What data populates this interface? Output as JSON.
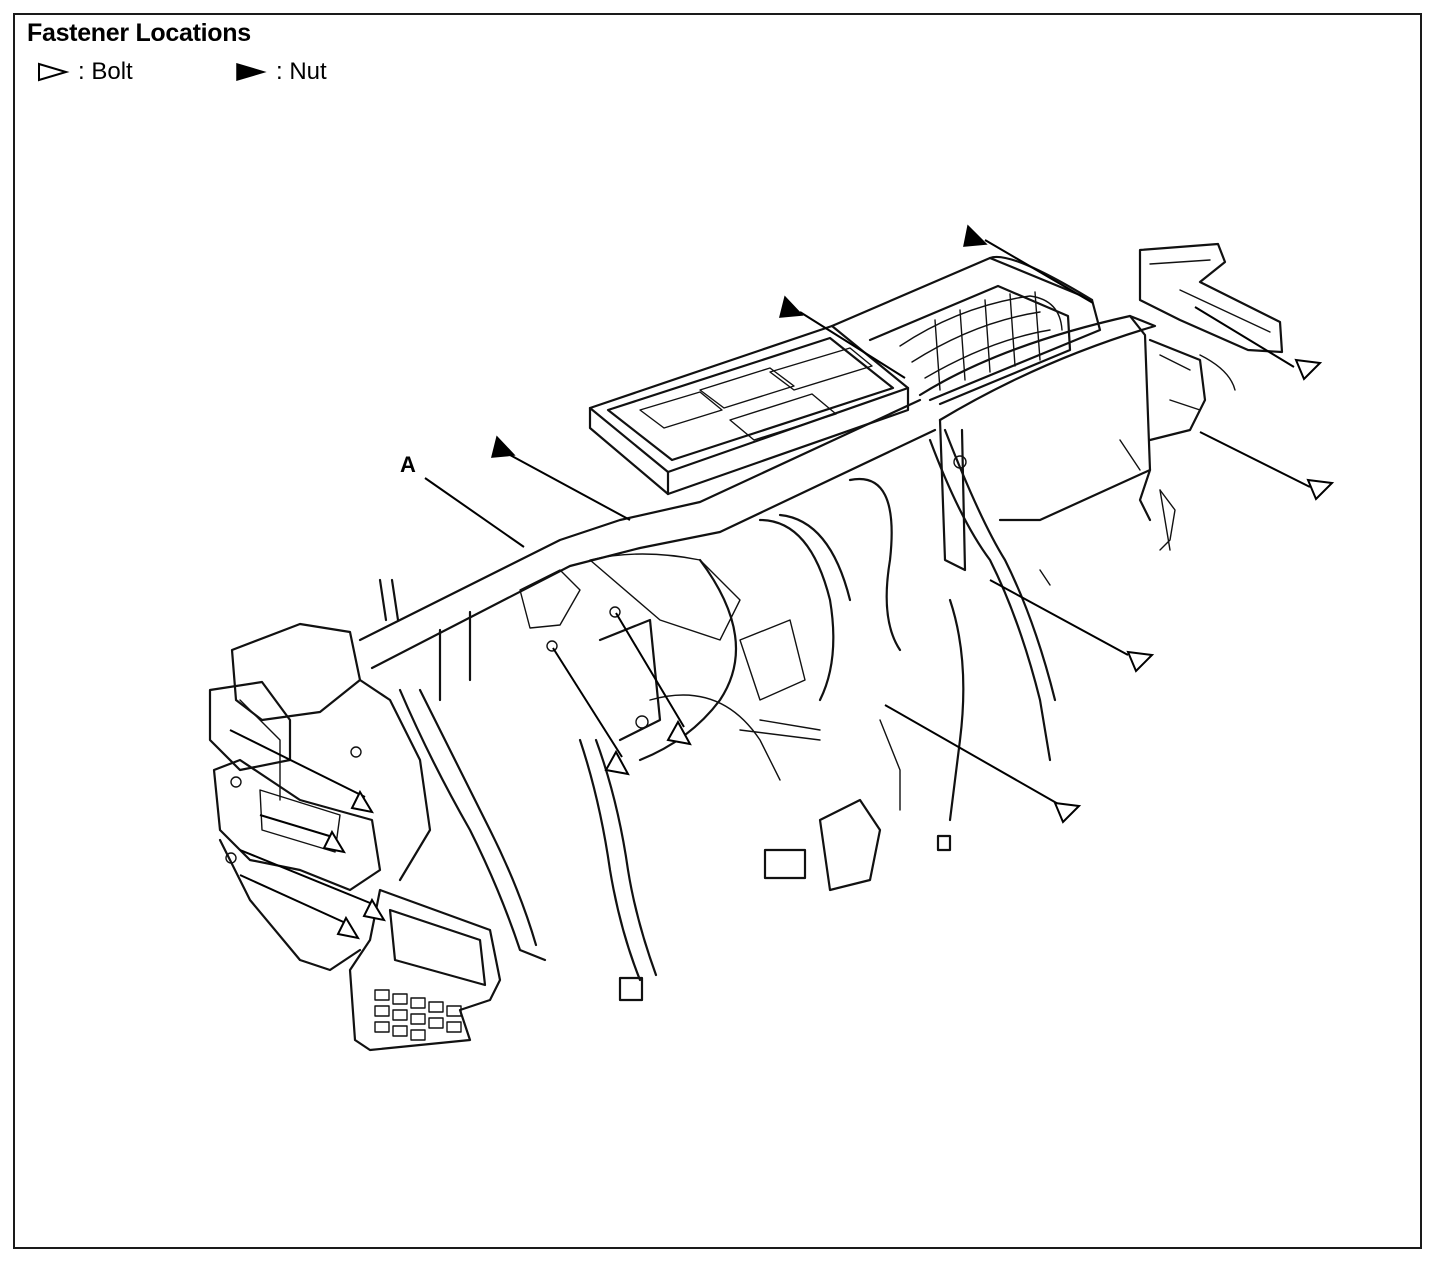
{
  "header": {
    "title": "Fastener Locations"
  },
  "legend": {
    "bolt_label": ": Bolt",
    "nut_label": ": Nut"
  },
  "callouts": {
    "a_label": "A"
  }
}
